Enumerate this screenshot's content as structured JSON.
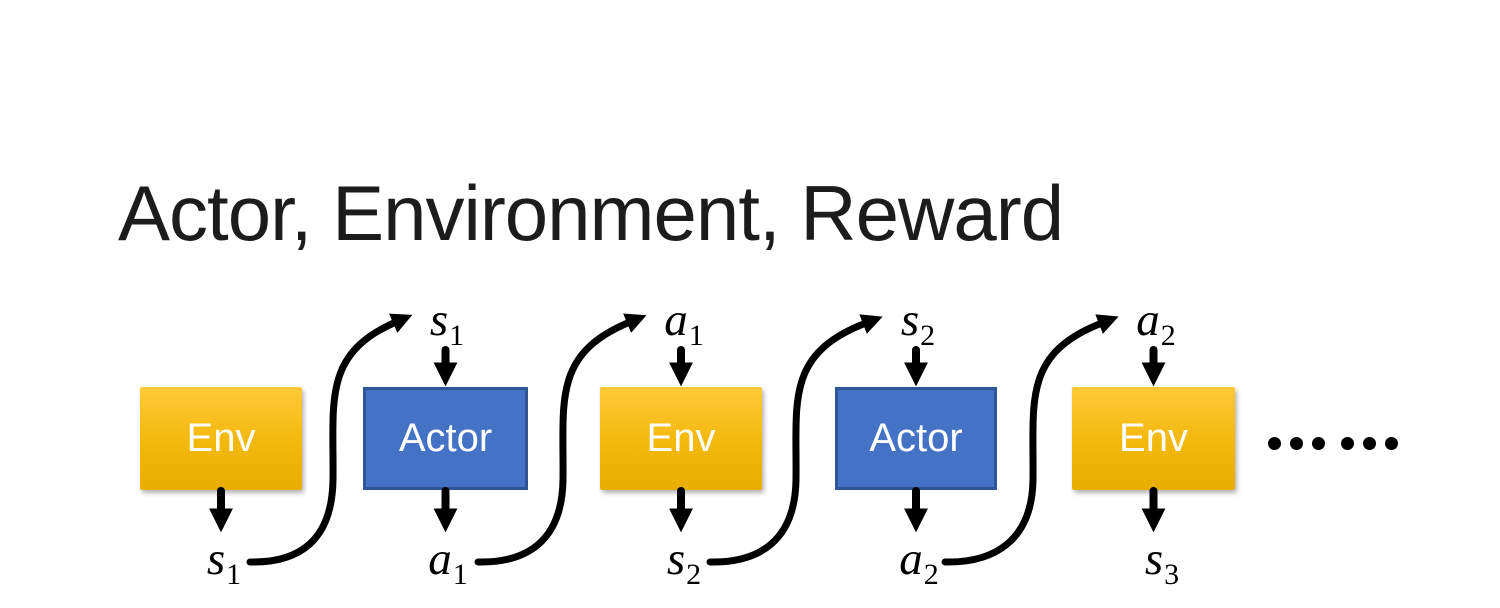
{
  "slide": {
    "title": "Actor, Environment, Reward"
  },
  "diagram": {
    "boxes": [
      {
        "label": "Env",
        "type": "env"
      },
      {
        "label": "Actor",
        "type": "actor"
      },
      {
        "label": "Env",
        "type": "env"
      },
      {
        "label": "Actor",
        "type": "actor"
      },
      {
        "label": "Env",
        "type": "env"
      }
    ],
    "top_labels": [
      {
        "base": "s",
        "sub": "1"
      },
      {
        "base": "a",
        "sub": "1"
      },
      {
        "base": "s",
        "sub": "2"
      },
      {
        "base": "a",
        "sub": "2"
      }
    ],
    "bottom_labels": [
      {
        "base": "s",
        "sub": "1"
      },
      {
        "base": "a",
        "sub": "1"
      },
      {
        "base": "s",
        "sub": "2"
      },
      {
        "base": "a",
        "sub": "2"
      },
      {
        "base": "s",
        "sub": "3"
      }
    ],
    "curved_connectors": [
      {
        "from": "s1 (Env output)",
        "to": "s1 (Actor input)"
      },
      {
        "from": "a1 (Actor output)",
        "to": "a1 (Env input)"
      },
      {
        "from": "s2 (Env output)",
        "to": "s2 (Actor input)"
      },
      {
        "from": "a2 (Actor output)",
        "to": "a2 (Env input)"
      }
    ],
    "ellipsis_dots": 6,
    "colors": {
      "env_top": "#ffc938",
      "env_bottom": "#e9ad00",
      "actor_fill": "#4472c4",
      "actor_border": "#2f5597",
      "arrow": "#000000",
      "title": "#1c1c1c"
    }
  }
}
